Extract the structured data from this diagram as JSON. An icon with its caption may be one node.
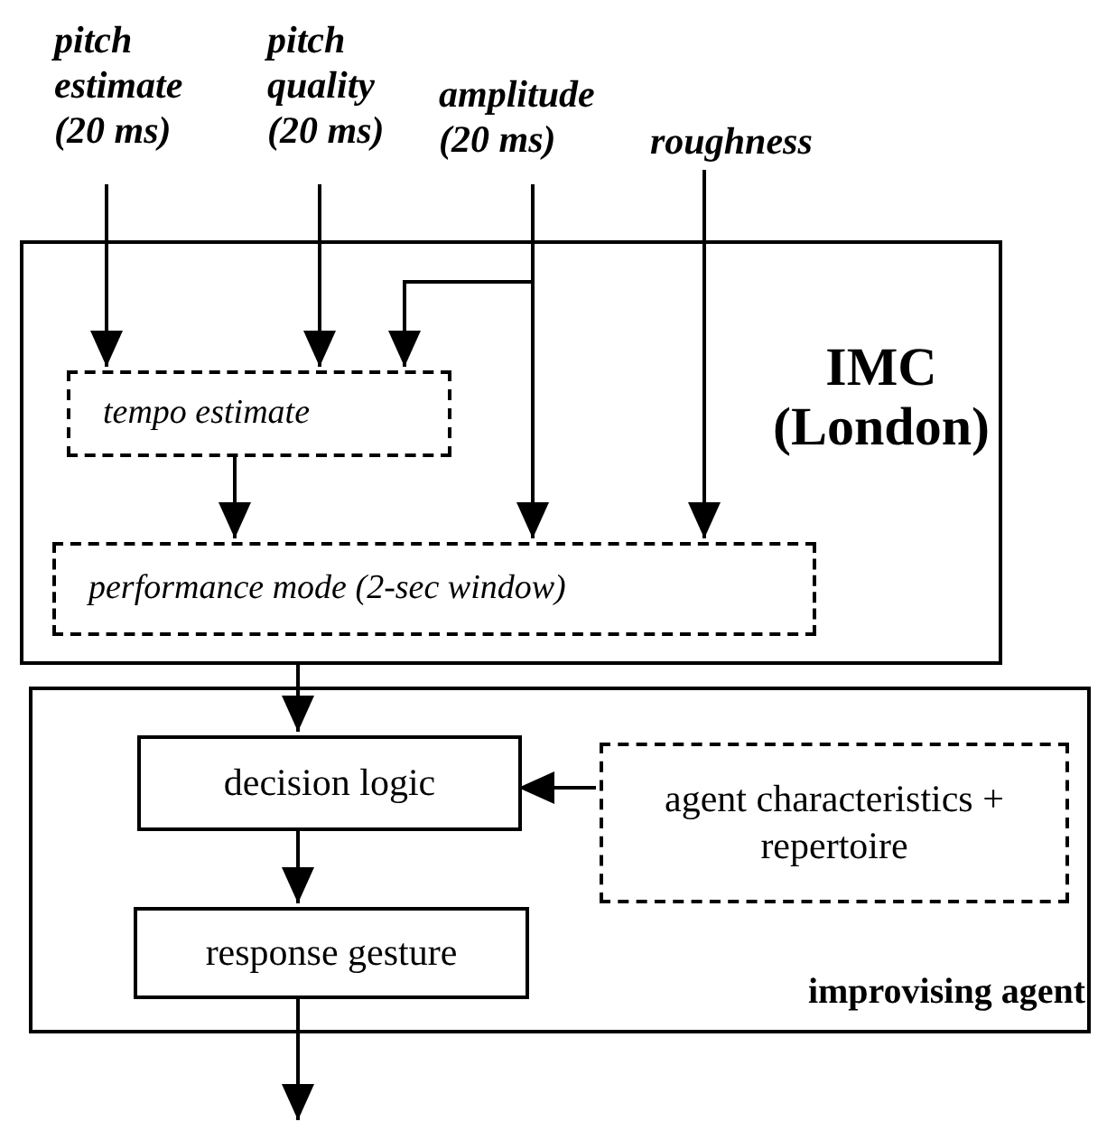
{
  "diagram": {
    "nodes": [
      {
        "text": [
          "pitch estimate (20 ms)"
        ]
      },
      {
        "text": [
          "pitch quality (20 ms)"
        ]
      },
      {
        "text": [
          "amplitude (20 ms)"
        ]
      },
      {
        "text": [
          "roughness"
        ]
      },
      {
        "text": [
          "IMC (London)"
        ]
      },
      {
        "text": [
          "tempo estimate"
        ],
        "in": 4
      },
      {
        "text": [
          "performance mode (2-sec window)"
        ],
        "in": 4
      },
      {
        "text": [
          "improvising agent"
        ]
      },
      {
        "text": [
          "decision logic"
        ],
        "in": 7
      },
      {
        "text": [
          "response gesture"
        ],
        "in": 7
      },
      {
        "text": [
          "agent characteristics + repertoire"
        ],
        "in": 7
      }
    ],
    "edges": [
      {
        "from": 0,
        "to": 5,
        "arrow": "to"
      },
      {
        "from": 1,
        "to": 5,
        "arrow": "to"
      },
      {
        "from": 2,
        "to": 5,
        "arrow": "to"
      },
      {
        "from": 2,
        "to": 6,
        "arrow": "to"
      },
      {
        "from": 3,
        "to": 6,
        "arrow": "to"
      },
      {
        "from": 5,
        "to": 6,
        "arrow": "to"
      },
      {
        "from": 4,
        "to": 8,
        "arrow": "to"
      },
      {
        "from": 8,
        "to": 9,
        "arrow": "to"
      },
      {
        "from": 10,
        "to": 8,
        "arrow": "to"
      },
      {
        "from": 9,
        "to": null,
        "arrow": "to"
      }
    ]
  }
}
